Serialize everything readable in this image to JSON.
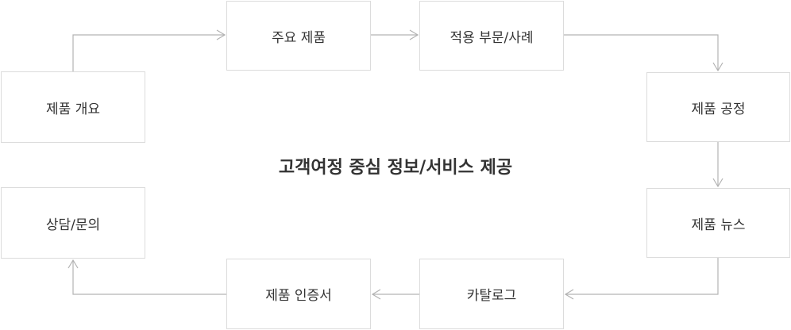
{
  "center_title": "고객여정 중심 정보/서비스 제공",
  "steps": {
    "product_overview": "제품 개요",
    "main_products": "주요 제품",
    "application": "적용 부문/사례",
    "product_process": "제품 공정",
    "product_news": "제품 뉴스",
    "catalog": "카탈로그",
    "certification": "제품 인증서",
    "consultation": "상담/문의"
  },
  "colors": {
    "connector": "#b3b3b3",
    "box_border": "#dcdcdc",
    "text": "#333333"
  }
}
